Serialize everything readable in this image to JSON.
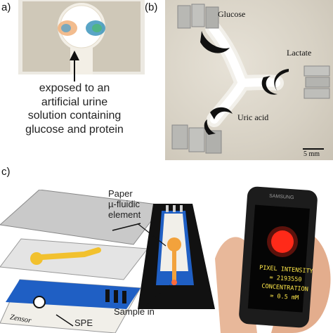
{
  "panel_a": {
    "label": "a)",
    "caption": "exposed to an\nartificial urine\nsolution containing\nglucose and protein"
  },
  "panel_b": {
    "label": "(b)",
    "analytes": {
      "glucose": "Glucose",
      "lactate": "Lactate",
      "uric_acid": "Uric acid"
    },
    "scale_bar": "5 mm"
  },
  "panel_c": {
    "label": "c)",
    "paper_label": "Paper\nµ-fluidic\nelement",
    "spe_label": "SPE",
    "sample_label": "Sample in",
    "sensor_brand": "Zensor",
    "phone_brand": "SAMSUNG",
    "phone_display": "PIXEL INTENSITY\n= 2193550\nCONCENTRATION\n= 0.5 mM"
  },
  "colors": {
    "paper_white": "#f1efe9",
    "electrode_blue": "#1f5fc4",
    "fluid_yellow": "#f2c12e",
    "wax_black": "#111111",
    "led_red": "#ff2a1a",
    "display_text": "#ffe84a"
  }
}
